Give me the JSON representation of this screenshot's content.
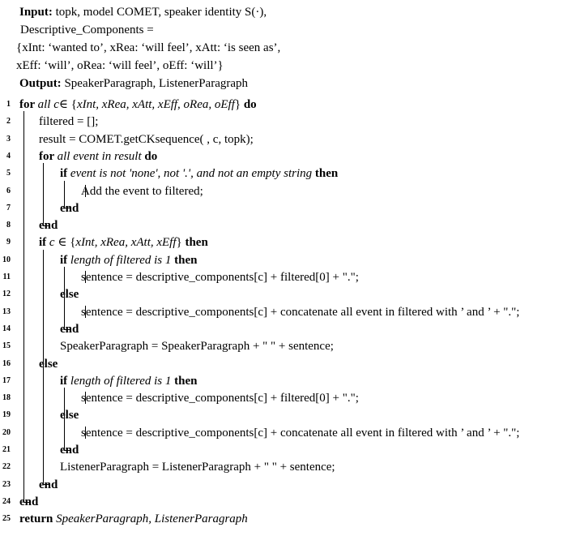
{
  "header": {
    "input_kw": "Input:",
    "input_text": "topk, model COMET, speaker identity S(·),",
    "desc_name": "Descriptive_Components =",
    "desc_line1": "{xInt: ‘wanted to’, xRea: ‘will feel’, xAtt: ‘is seen as’,",
    "desc_line2": "xEff: ‘will’, oRea: ‘will feel’, oEff: ‘will’}",
    "output_kw": "Output:",
    "output_text": "SpeakerParagraph, ListenerParagraph"
  },
  "lines": [
    {
      "n": "1",
      "segs": [
        [
          "b",
          "for "
        ],
        [
          "i",
          "all c"
        ],
        [
          "",
          "∈ {"
        ],
        [
          "i",
          "xInt, xRea, xAtt, xEff, oRea, oEff"
        ],
        [
          "",
          "} "
        ],
        [
          "b",
          "do"
        ]
      ]
    },
    {
      "n": "2",
      "segs": [
        [
          "",
          "filtered = [];"
        ]
      ]
    },
    {
      "n": "3",
      "segs": [
        [
          "",
          "result = COMET.getCKsequence( , c, topk);"
        ]
      ]
    },
    {
      "n": "4",
      "segs": [
        [
          "b",
          "for "
        ],
        [
          "i",
          "all event in result "
        ],
        [
          "b",
          "do"
        ]
      ]
    },
    {
      "n": "5",
      "segs": [
        [
          "b",
          "if "
        ],
        [
          "i",
          "event is not 'none', not '.', and not an empty string "
        ],
        [
          "b",
          "then"
        ]
      ]
    },
    {
      "n": "6",
      "segs": [
        [
          "",
          "Add the event to filtered;"
        ]
      ]
    },
    {
      "n": "7",
      "segs": [
        [
          "b",
          "end"
        ]
      ]
    },
    {
      "n": "8",
      "segs": [
        [
          "b",
          "end"
        ]
      ]
    },
    {
      "n": "9",
      "segs": [
        [
          "b",
          "if "
        ],
        [
          "i",
          "c "
        ],
        [
          "",
          "∈ {"
        ],
        [
          "i",
          "xInt, xRea, xAtt, xEff"
        ],
        [
          "",
          "} "
        ],
        [
          "b",
          "then"
        ]
      ]
    },
    {
      "n": "10",
      "segs": [
        [
          "b",
          "if "
        ],
        [
          "i",
          "length of filtered is 1 "
        ],
        [
          "b",
          "then"
        ]
      ]
    },
    {
      "n": "11",
      "segs": [
        [
          "",
          "sentence = descriptive_components[c] + filtered[0] + \".\";"
        ]
      ]
    },
    {
      "n": "12",
      "segs": [
        [
          "b",
          "else"
        ]
      ]
    },
    {
      "n": "13",
      "segs": [
        [
          "",
          "sentence = descriptive_components[c] + concatenate all event in filtered with ’ and ’ + \".\";"
        ]
      ]
    },
    {
      "n": "14",
      "segs": [
        [
          "b",
          "end"
        ]
      ]
    },
    {
      "n": "15",
      "segs": [
        [
          "",
          "SpeakerParagraph = SpeakerParagraph + \" \" + sentence;"
        ]
      ]
    },
    {
      "n": "16",
      "segs": [
        [
          "b",
          "else"
        ]
      ]
    },
    {
      "n": "17",
      "segs": [
        [
          "b",
          "if "
        ],
        [
          "i",
          "length of filtered is 1 "
        ],
        [
          "b",
          "then"
        ]
      ]
    },
    {
      "n": "18",
      "segs": [
        [
          "",
          "sentence = descriptive_components[c] + filtered[0] + \".\";"
        ]
      ]
    },
    {
      "n": "19",
      "segs": [
        [
          "b",
          "else"
        ]
      ]
    },
    {
      "n": "20",
      "segs": [
        [
          "",
          "sentence = descriptive_components[c] + concatenate all event in filtered with ’ and ’ + \".\";"
        ]
      ]
    },
    {
      "n": "21",
      "segs": [
        [
          "b",
          "end"
        ]
      ]
    },
    {
      "n": "22",
      "segs": [
        [
          "",
          "ListenerParagraph = ListenerParagraph + \" \" + sentence;"
        ]
      ]
    },
    {
      "n": "23",
      "segs": [
        [
          "b",
          "end"
        ]
      ]
    },
    {
      "n": "24",
      "segs": [
        [
          "b",
          "end"
        ]
      ]
    },
    {
      "n": "25",
      "segs": [
        [
          "b",
          "return "
        ],
        [
          "i",
          "SpeakerParagraph, ListenerParagraph"
        ]
      ]
    }
  ]
}
